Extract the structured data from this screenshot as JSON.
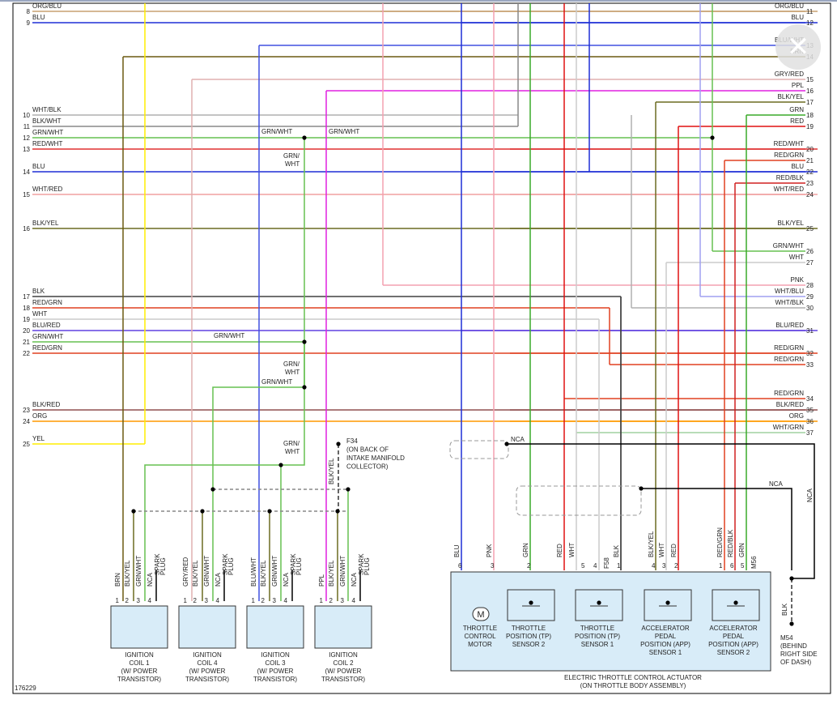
{
  "figure_id": "176229",
  "colors": {
    "ORG/BLU": "#c8a070",
    "BLU": "#1f2fd6",
    "BRN": "#6b5a10",
    "GRY/RED": "#e0b0b0",
    "PPL": "#e020e0",
    "BLK/YEL": "#6b6b20",
    "GRN": "#3aaa2a",
    "RED": "#e01010",
    "WHT/BLK": "#b0b0b0",
    "BLK/WHT": "#888888",
    "GRN/WHT": "#66c050",
    "RED/WHT": "#e03030",
    "WHT/RED": "#f0a0a0",
    "BLK": "#404040",
    "RED/GRN": "#e04020",
    "WHT": "#cccccc",
    "BLU/RED": "#6040e0",
    "BLK/RED": "#905050",
    "ORG": "#ff9900",
    "YEL": "#ffee00",
    "PNK": "#f4a0b0",
    "RED/BLK": "#d02020",
    "WHT/BLU": "#a0a0f0",
    "WHT/GRN": "#a0d0a0",
    "BLU/WHT": "#4050e0",
    "GRY/RED_": "#d8a8a8"
  },
  "left_rows": [
    {
      "num": "8",
      "label": "ORG/BLU",
      "color": "ORG/BLU"
    },
    {
      "num": "9",
      "label": "BLU",
      "color": "BLU"
    },
    {
      "num": "10",
      "label": "WHT/BLK",
      "color": "WHT/BLK"
    },
    {
      "num": "11",
      "label": "BLK/WHT",
      "color": "BLK/WHT"
    },
    {
      "num": "12",
      "label": "GRN/WHT",
      "color": "GRN/WHT"
    },
    {
      "num": "13",
      "label": "RED/WHT",
      "color": "RED/WHT"
    },
    {
      "num": "14",
      "label": "BLU",
      "color": "BLU"
    },
    {
      "num": "15",
      "label": "WHT/RED",
      "color": "WHT/RED"
    },
    {
      "num": "16",
      "label": "BLK/YEL",
      "color": "BLK/YEL"
    },
    {
      "num": "17",
      "label": "BLK",
      "color": "BLK"
    },
    {
      "num": "18",
      "label": "RED/GRN",
      "color": "RED/GRN"
    },
    {
      "num": "19",
      "label": "WHT",
      "color": "WHT"
    },
    {
      "num": "20",
      "label": "BLU/RED",
      "color": "BLU/RED"
    },
    {
      "num": "21",
      "label": "GRN/WHT",
      "color": "GRN/WHT"
    },
    {
      "num": "22",
      "label": "RED/GRN",
      "color": "RED/GRN"
    },
    {
      "num": "23",
      "label": "BLK/RED",
      "color": "BLK/RED"
    },
    {
      "num": "24",
      "label": "ORG",
      "color": "ORG"
    },
    {
      "num": "25",
      "label": "YEL",
      "color": "YEL"
    }
  ],
  "right_rows": [
    {
      "num": "11",
      "label": "ORG/BLU",
      "color": "ORG/BLU"
    },
    {
      "num": "12",
      "label": "BLU",
      "color": "BLU"
    },
    {
      "num": "13",
      "label": "BLU/WHT",
      "color": "BLU/WHT"
    },
    {
      "num": "14",
      "label": "BRN",
      "color": "BRN"
    },
    {
      "num": "15",
      "label": "GRY/RED",
      "color": "GRY/RED"
    },
    {
      "num": "16",
      "label": "PPL",
      "color": "PPL"
    },
    {
      "num": "17",
      "label": "BLK/YEL",
      "color": "BLK/YEL"
    },
    {
      "num": "18",
      "label": "GRN",
      "color": "GRN"
    },
    {
      "num": "19",
      "label": "RED",
      "color": "RED"
    },
    {
      "num": "20",
      "label": "RED/WHT",
      "color": "RED/WHT"
    },
    {
      "num": "21",
      "label": "RED/GRN",
      "color": "RED/GRN"
    },
    {
      "num": "22",
      "label": "BLU",
      "color": "BLU"
    },
    {
      "num": "23",
      "label": "RED/BLK",
      "color": "RED/BLK"
    },
    {
      "num": "24",
      "label": "WHT/RED",
      "color": "WHT/RED"
    },
    {
      "num": "25",
      "label": "BLK/YEL",
      "color": "BLK/YEL"
    },
    {
      "num": "26",
      "label": "GRN/WHT",
      "color": "GRN/WHT"
    },
    {
      "num": "27",
      "label": "WHT",
      "color": "WHT"
    },
    {
      "num": "28",
      "label": "PNK",
      "color": "PNK"
    },
    {
      "num": "29",
      "label": "WHT/BLU",
      "color": "WHT/BLU"
    },
    {
      "num": "30",
      "label": "WHT/BLK",
      "color": "WHT/BLK"
    },
    {
      "num": "31",
      "label": "BLU/RED",
      "color": "BLU/RED"
    },
    {
      "num": "32",
      "label": "RED/GRN",
      "color": "RED/GRN"
    },
    {
      "num": "33",
      "label": "RED/GRN",
      "color": "RED/GRN"
    },
    {
      "num": "34",
      "label": "RED/GRN",
      "color": "RED/GRN"
    },
    {
      "num": "35",
      "label": "BLK/RED",
      "color": "BLK/RED"
    },
    {
      "num": "36",
      "label": "ORG",
      "color": "ORG"
    },
    {
      "num": "37",
      "label": "WHT/GRN",
      "color": "WHT/GRN"
    }
  ],
  "splice_labels": {
    "grn_wht_top_left": "GRN/WHT",
    "grn_wht_top_right": "GRN/WHT",
    "grn_wht_vert_1": "GRN/",
    "grn_wht_vert_1b": "WHT",
    "grn_wht_row21": "GRN/WHT",
    "grn_wht_vert_2": "GRN/",
    "grn_wht_vert_2b": "WHT",
    "grn_wht_row_473": "GRN/WHT",
    "grn_wht_vert_3": "GRN/",
    "grn_wht_vert_3b": "WHT"
  },
  "ground_f34": [
    "F34",
    "(ON BACK OF",
    "INTAKE MANIFOLD",
    "COLLECTOR)"
  ],
  "nca_top": "NCA",
  "nca_mid": "NCA",
  "nca_vert": "NCA",
  "coils": [
    {
      "name": [
        "IGNITION",
        "COIL 1",
        "(W/ POWER",
        "TRANSISTOR)"
      ],
      "pins": [
        {
          "n": "1",
          "w": "BRN"
        },
        {
          "n": "2",
          "w": "BLK/YEL"
        },
        {
          "n": "3",
          "w": "GRN/WHT"
        },
        {
          "n": "4",
          "w": "NCA"
        }
      ],
      "spark": [
        "SPARK",
        "PLUG"
      ]
    },
    {
      "name": [
        "IGNITION",
        "COIL 4",
        "(W/ POWER",
        "TRANSISTOR)"
      ],
      "pins": [
        {
          "n": "1",
          "w": "GRY/RED"
        },
        {
          "n": "2",
          "w": "BLK/YEL"
        },
        {
          "n": "3",
          "w": "GRN/WHT"
        },
        {
          "n": "4",
          "w": "NCA"
        }
      ],
      "spark": [
        "SPARK",
        "PLUG"
      ]
    },
    {
      "name": [
        "IGNITION",
        "COIL 3",
        "(W/ POWER",
        "TRANSISTOR)"
      ],
      "pins": [
        {
          "n": "1",
          "w": "BLU/WHT"
        },
        {
          "n": "2",
          "w": "BLK/YEL"
        },
        {
          "n": "3",
          "w": "GRN/WHT"
        },
        {
          "n": "4",
          "w": "NCA"
        }
      ],
      "spark": [
        "SPARK",
        "PLUG"
      ]
    },
    {
      "name": [
        "IGNITION",
        "COIL 2",
        "(W/ POWER",
        "TRANSISTOR)"
      ],
      "pins": [
        {
          "n": "1",
          "w": "PPL"
        },
        {
          "n": "2",
          "w": "BLK/YEL"
        },
        {
          "n": "3",
          "w": "GRN/WHT"
        },
        {
          "n": "4",
          "w": "NCA"
        }
      ],
      "spark": [
        "SPARK",
        "PLUG"
      ]
    }
  ],
  "f34_wire": "BLK/YEL",
  "actuator": {
    "title": [
      "ELECTRIC THROTTLE CONTROL ACTUATOR",
      "(ON THROTTLE BODY ASSEMBLY)"
    ],
    "connector": "F58",
    "motor_symbol": "M",
    "pins": [
      {
        "n": "6",
        "w": "BLU"
      },
      {
        "n": "3",
        "w": "PNK"
      },
      {
        "n": "2",
        "w": "GRN"
      },
      {
        "n": "5",
        "w": "RED"
      },
      {
        "n": "4",
        "w": "WHT"
      },
      {
        "n": "1",
        "w": "BLK"
      },
      {
        "n": "4",
        "w": "BLK/YEL"
      },
      {
        "n": "3",
        "w": "WHT"
      },
      {
        "n": "2",
        "w": "RED"
      },
      {
        "n": "1",
        "w": "RED/GRN"
      },
      {
        "n": "6",
        "w": "RED/BLK"
      },
      {
        "n": "5",
        "w": "GRN"
      }
    ],
    "subparts": [
      [
        "THROTTLE",
        "CONTROL",
        "MOTOR"
      ],
      [
        "THROTTLE",
        "POSITION (TP)",
        "SENSOR 2"
      ],
      [
        "THROTTLE",
        "POSITION (TP)",
        "SENSOR 1"
      ],
      [
        "ACCELERATOR",
        "PEDAL",
        "POSITION (APP)",
        "SENSOR 1"
      ],
      [
        "ACCELERATOR",
        "PEDAL",
        "POSITION (APP)",
        "SENSOR 2"
      ]
    ],
    "app_connector": "M56"
  },
  "ground_m54": {
    "wire": "BLK",
    "label": [
      "M54",
      "(BEHIND",
      "RIGHT SIDE",
      "OF DASH)"
    ]
  },
  "close_icon": "close-icon"
}
